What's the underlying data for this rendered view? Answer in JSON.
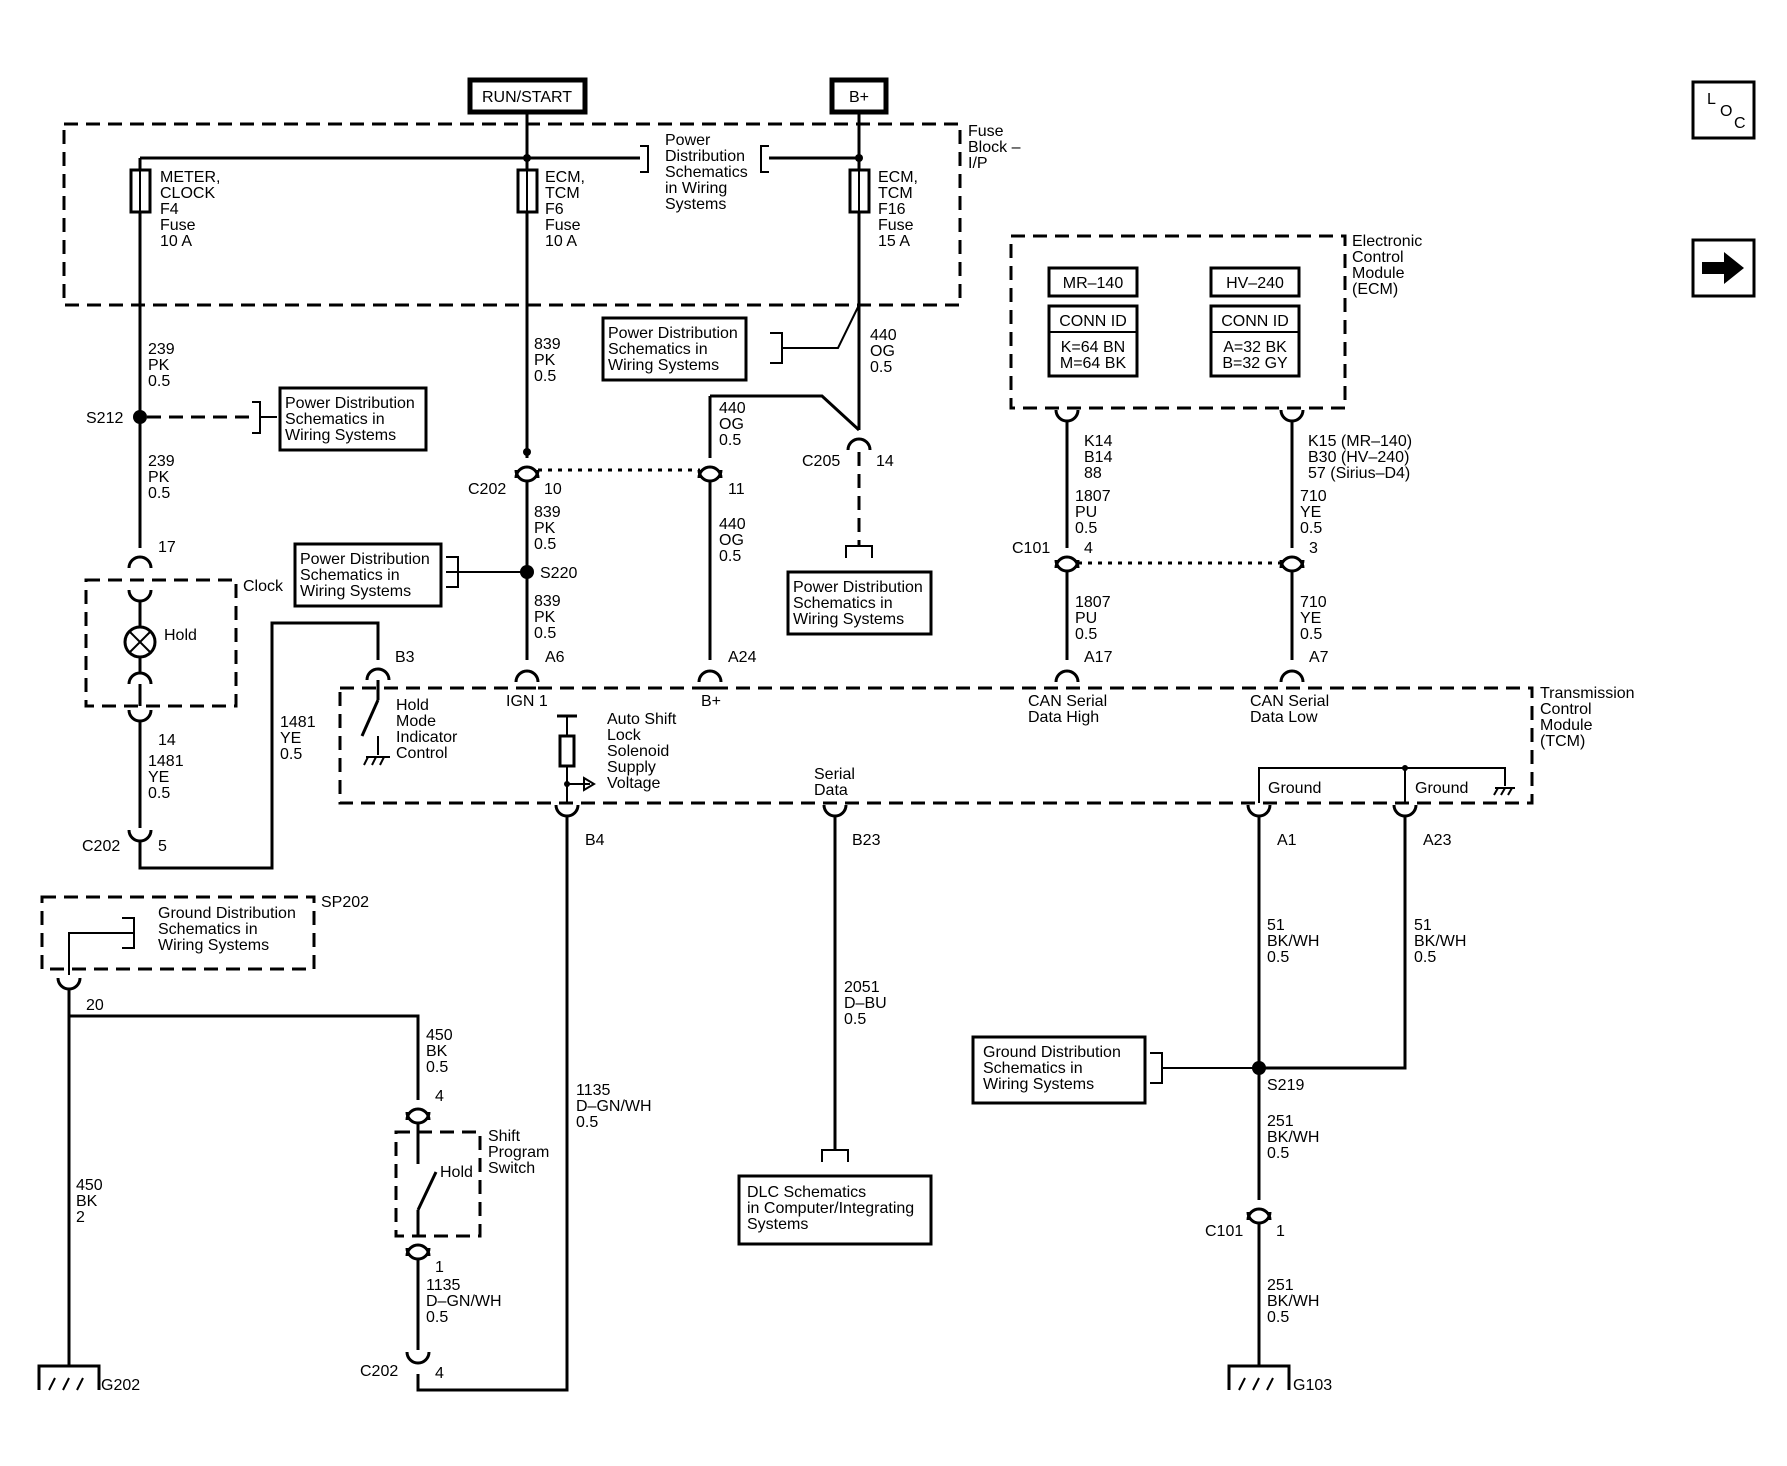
{
  "sources": {
    "run_start": "RUN/START",
    "b_plus": "B+"
  },
  "nav": {
    "loc": {
      "l": "L",
      "o": "O",
      "c": "C"
    },
    "next_icon": "right-arrow-icon"
  },
  "fuse_block": {
    "label": [
      "Fuse",
      "Block –",
      "I/P"
    ],
    "pd_ref": [
      "Power",
      "Distribution",
      "Schematics",
      "in Wiring",
      "Systems"
    ],
    "fuses": [
      {
        "lines": [
          "METER,",
          "CLOCK",
          "F4",
          "Fuse",
          "10 A"
        ]
      },
      {
        "lines": [
          "ECM,",
          "TCM",
          "F6",
          "Fuse",
          "10 A"
        ]
      },
      {
        "lines": [
          "ECM,",
          "TCM",
          "F16",
          "Fuse",
          "15 A"
        ]
      }
    ]
  },
  "pd_boxes": [
    [
      "Power Distribution",
      "Schematics in",
      "Wiring Systems"
    ],
    [
      "Power Distribution",
      "Schematics in",
      "Wiring Systems"
    ],
    [
      "Power Distribution",
      "Schematics in",
      "Wiring Systems"
    ],
    [
      "Power Distribution",
      "Schematics in",
      "Wiring Systems"
    ]
  ],
  "ground_boxes": [
    [
      "Ground Distribution",
      "Schematics in",
      "Wiring Systems"
    ],
    [
      "Ground Distribution",
      "Schematics in",
      "Wiring Systems"
    ]
  ],
  "dlc_box": [
    "DLC Schematics",
    "in Computer/Integrating",
    "Systems"
  ],
  "wires": {
    "w239a": [
      "239",
      "PK",
      "0.5"
    ],
    "w239b": [
      "239",
      "PK",
      "0.5"
    ],
    "w839a": [
      "839",
      "PK",
      "0.5"
    ],
    "w839b": [
      "839",
      "PK",
      "0.5"
    ],
    "w839c": [
      "839",
      "PK",
      "0.5"
    ],
    "w440a": [
      "440",
      "OG",
      "0.5"
    ],
    "w440b": [
      "440",
      "OG",
      "0.5"
    ],
    "w440c": [
      "440",
      "OG",
      "0.5"
    ],
    "w1481a": [
      "1481",
      "YE",
      "0.5"
    ],
    "w1481b": [
      "1481",
      "YE",
      "0.5"
    ],
    "w1807a": [
      "1807",
      "PU",
      "0.5"
    ],
    "w1807b": [
      "1807",
      "PU",
      "0.5"
    ],
    "w710a": [
      "710",
      "YE",
      "0.5"
    ],
    "w710b": [
      "710",
      "YE",
      "0.5"
    ],
    "w2051": [
      "2051",
      "D–BU",
      "0.5"
    ],
    "w51a": [
      "51",
      "BK/WH",
      "0.5"
    ],
    "w51b": [
      "51",
      "BK/WH",
      "0.5"
    ],
    "w251a": [
      "251",
      "BK/WH",
      "0.5"
    ],
    "w251b": [
      "251",
      "BK/WH",
      "0.5"
    ],
    "w450a": [
      "450",
      "BK",
      "0.5"
    ],
    "w450b": [
      "450",
      "BK",
      "2"
    ],
    "w1135a": [
      "1135",
      "D–GN/WH",
      "0.5"
    ],
    "w1135b": [
      "1135",
      "D–GN/WH",
      "0.5"
    ]
  },
  "connectors": {
    "s212": "S212",
    "s220": "S220",
    "s219": "S219",
    "c202a": "C202",
    "c202a_pin": "10",
    "c202a_pin2": "11",
    "c205": "C205",
    "c205_pin": "14",
    "clock_pin_top": "17",
    "clock_pin_bot": "14",
    "c202b": "C202",
    "c202b_pin": "5",
    "c101a": "C101",
    "c101a_pin1": "4",
    "c101a_pin2": "3",
    "c101b": "C101",
    "c101b_pin": "1",
    "c202c": "C202",
    "c202c_pin": "4",
    "sp202": "SP202",
    "sp202_pin": "20",
    "spsw_top": "4",
    "spsw_bot": "1",
    "ecm_k14": [
      "K14",
      "B14",
      "88"
    ],
    "ecm_k15": [
      "K15 (MR–140)",
      "B30 (HV–240)",
      "57 (Sirius–D4)"
    ],
    "tcm_b3": "B3",
    "tcm_a6": "A6",
    "tcm_a24": "A24",
    "tcm_a17": "A17",
    "tcm_a7": "A7",
    "tcm_b4": "B4",
    "tcm_b23": "B23",
    "tcm_a1": "A1",
    "tcm_a23": "A23"
  },
  "grounds": {
    "g202": "G202",
    "g103": "G103"
  },
  "clock": {
    "label": "Clock",
    "lamp": "Hold"
  },
  "ecm": {
    "label": [
      "Electronic",
      "Control",
      "Module",
      "(ECM)"
    ],
    "mr": "MR–140",
    "hv": "HV–240",
    "mr_conn": "CONN ID",
    "hv_conn": "CONN ID",
    "mr_ids": [
      "K=64 BN",
      "M=64 BK"
    ],
    "hv_ids": [
      "A=32 BK",
      "B=32 GY"
    ]
  },
  "tcm": {
    "label": [
      "Transmission",
      "Control",
      "Module",
      "(TCM)"
    ],
    "hold_ctrl": [
      "Hold",
      "Mode",
      "Indicator",
      "Control"
    ],
    "ign1": "IGN 1",
    "bplus": "B+",
    "can_high": [
      "CAN Serial",
      "Data High"
    ],
    "can_low": [
      "CAN Serial",
      "Data Low"
    ],
    "solenoid": [
      "Auto Shift",
      "Lock",
      "Solenoid",
      "Supply",
      "Voltage"
    ],
    "serial": [
      "Serial",
      "Data"
    ],
    "ground1": "Ground",
    "ground2": "Ground"
  },
  "switch": {
    "label": [
      "Shift",
      "Program",
      "Switch"
    ],
    "contact": "Hold"
  }
}
